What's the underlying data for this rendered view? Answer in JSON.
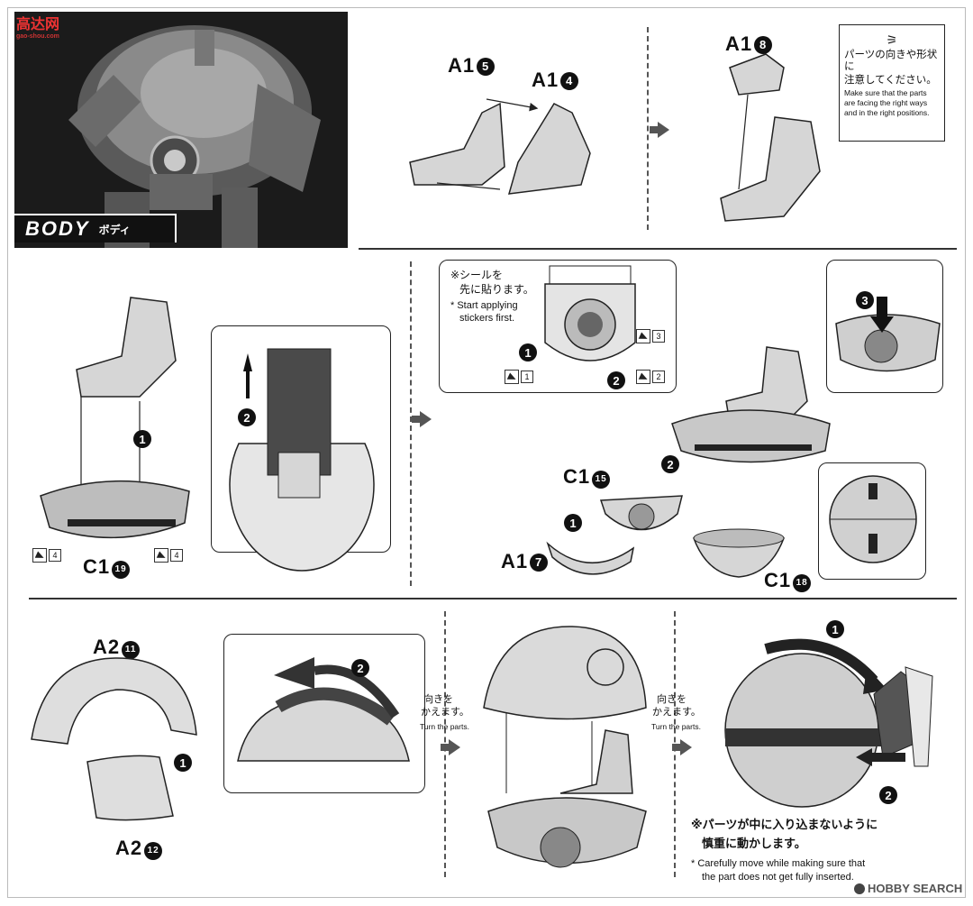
{
  "header": {
    "section_en": "BODY",
    "section_jp": "ボディ",
    "corner_logo_text": "高达网",
    "corner_logo_sub": "gao-shou.com"
  },
  "panel1": {
    "label_a15": "A1",
    "num_a15": "5",
    "label_a14": "A1",
    "num_a14": "4"
  },
  "panel2": {
    "label_a18": "A1",
    "num_a18": "8"
  },
  "notice": {
    "jp_line1": "パーツの向きや形状に",
    "jp_line2": "注意してください。",
    "en_line1": "Make sure that the parts",
    "en_line2": "are facing the right ways",
    "en_line3": "and in the right positions."
  },
  "row2_left": {
    "label_c119": "C1",
    "num_c119": "19",
    "step1": "1",
    "step2": "2",
    "sticker_left": "4",
    "sticker_right": "4"
  },
  "row2_right": {
    "sticker_note_jp1": "※シールを",
    "sticker_note_jp2": "先に貼ります。",
    "sticker_note_en1": "* Start applying",
    "sticker_note_en2": "stickers first.",
    "sticker_1": "1",
    "sticker_2": "2",
    "sticker_3": "3",
    "step1": "1",
    "step2": "2",
    "step3": "3",
    "label_c115": "C1",
    "num_c115": "15",
    "label_a17": "A1",
    "num_a17": "7",
    "label_c118": "C1",
    "num_c118": "18"
  },
  "row3": {
    "label_a211": "A2",
    "num_a211": "11",
    "label_a212": "A2",
    "num_a212": "12",
    "step1": "1",
    "step2": "2",
    "turn_jp1": "向きを",
    "turn_jp2": "かえます。",
    "turn_en": "Turn the parts.",
    "turn2_jp1": "向きを",
    "turn2_jp2": "かえます。",
    "turn2_en": "Turn the parts.",
    "careful_jp1": "※パーツが中に入り込まないように",
    "careful_jp2": "慎重に動かします。",
    "careful_en1": "* Carefully move while making sure that",
    "careful_en2": "the part does not get fully inserted."
  },
  "footer": {
    "watermark": "HOBBY SEARCH"
  }
}
